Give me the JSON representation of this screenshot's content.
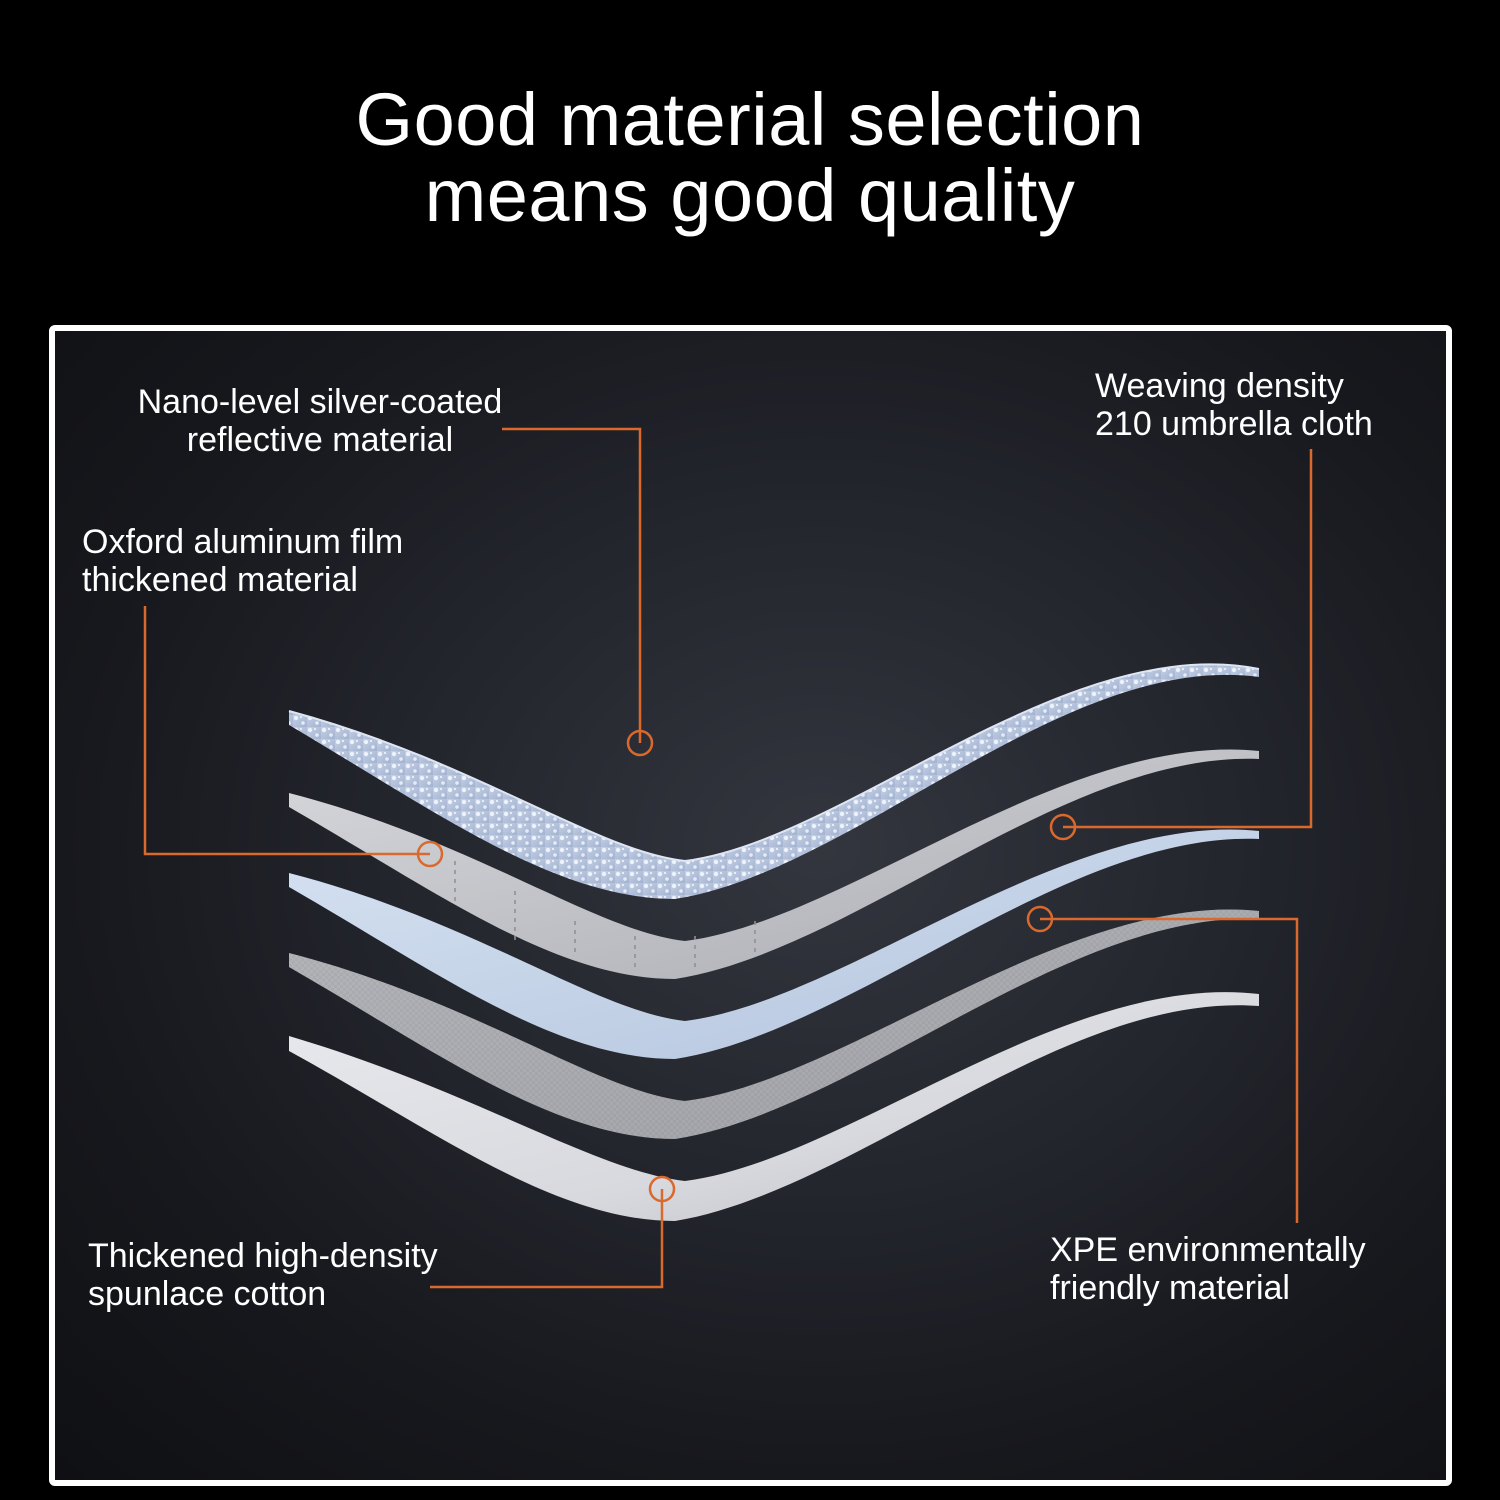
{
  "headline": {
    "line1": "Good material selection",
    "line2": "means good quality"
  },
  "layers": [
    {
      "id": "reflective",
      "lines": [
        "Nano-level silver-coated",
        "reflective material"
      ]
    },
    {
      "id": "umbrella",
      "lines": [
        "Weaving density",
        "210 umbrella cloth"
      ]
    },
    {
      "id": "oxford",
      "lines": [
        "Oxford aluminum film",
        "thickened material"
      ]
    },
    {
      "id": "cotton",
      "lines": [
        "Thickened high-density",
        "spunlace cotton"
      ]
    },
    {
      "id": "xpe",
      "lines": [
        "XPE environmentally",
        "friendly material"
      ]
    }
  ],
  "colors": {
    "background": "#000000",
    "frame": "#ffffff",
    "callout": "#d9692c",
    "text": "#ffffff"
  }
}
